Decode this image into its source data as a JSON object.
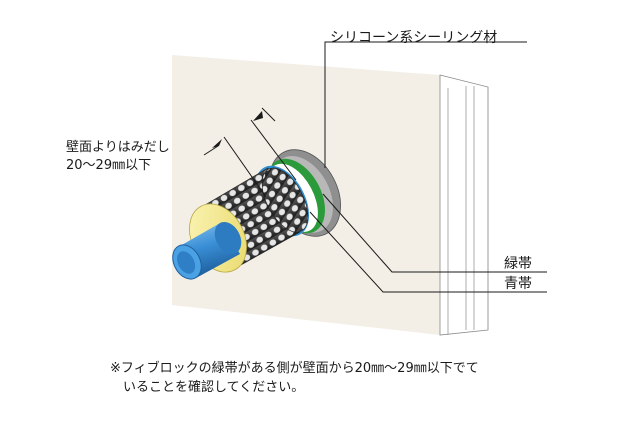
{
  "labels": {
    "sealant": "シリコーン系シーリング材",
    "protrusion_line1": "壁面よりはみだし",
    "protrusion_line2": "20〜29㎜以下",
    "green_band": "緑帯",
    "blue_band": "青帯"
  },
  "note": {
    "line1": "※フィブロックの緑帯がある側が壁面から20㎜〜29㎜以下でて",
    "line2": "　いることを確認してください。"
  },
  "colors": {
    "wall": "#f3efe6",
    "pipe": "#3a8fd6",
    "insulation": "#f5e98a",
    "mesh": "#3d3d3d",
    "green_band": "#2a9a3a",
    "blue_band": "#2d8ed0",
    "sealant": "#8f8f8f"
  }
}
